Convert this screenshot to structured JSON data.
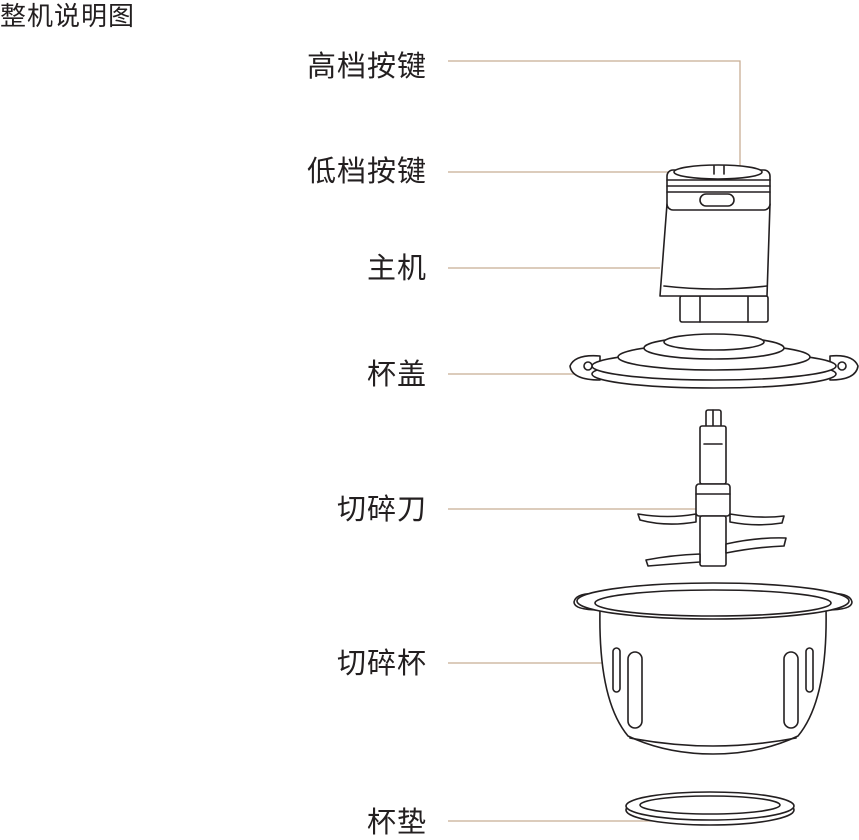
{
  "page": {
    "title": "整机说明图"
  },
  "colors": {
    "leader_line": "#c8ad94",
    "outline": "#231f20"
  },
  "parts": [
    {
      "id": "high-speed-button",
      "label": "高档按键"
    },
    {
      "id": "low-speed-button",
      "label": "低档按键"
    },
    {
      "id": "motor-unit",
      "label": "主机"
    },
    {
      "id": "bowl-lid",
      "label": "杯盖"
    },
    {
      "id": "chopping-blade",
      "label": "切碎刀"
    },
    {
      "id": "chopping-bowl",
      "label": "切碎杯"
    },
    {
      "id": "bowl-mat",
      "label": "杯垫"
    }
  ]
}
